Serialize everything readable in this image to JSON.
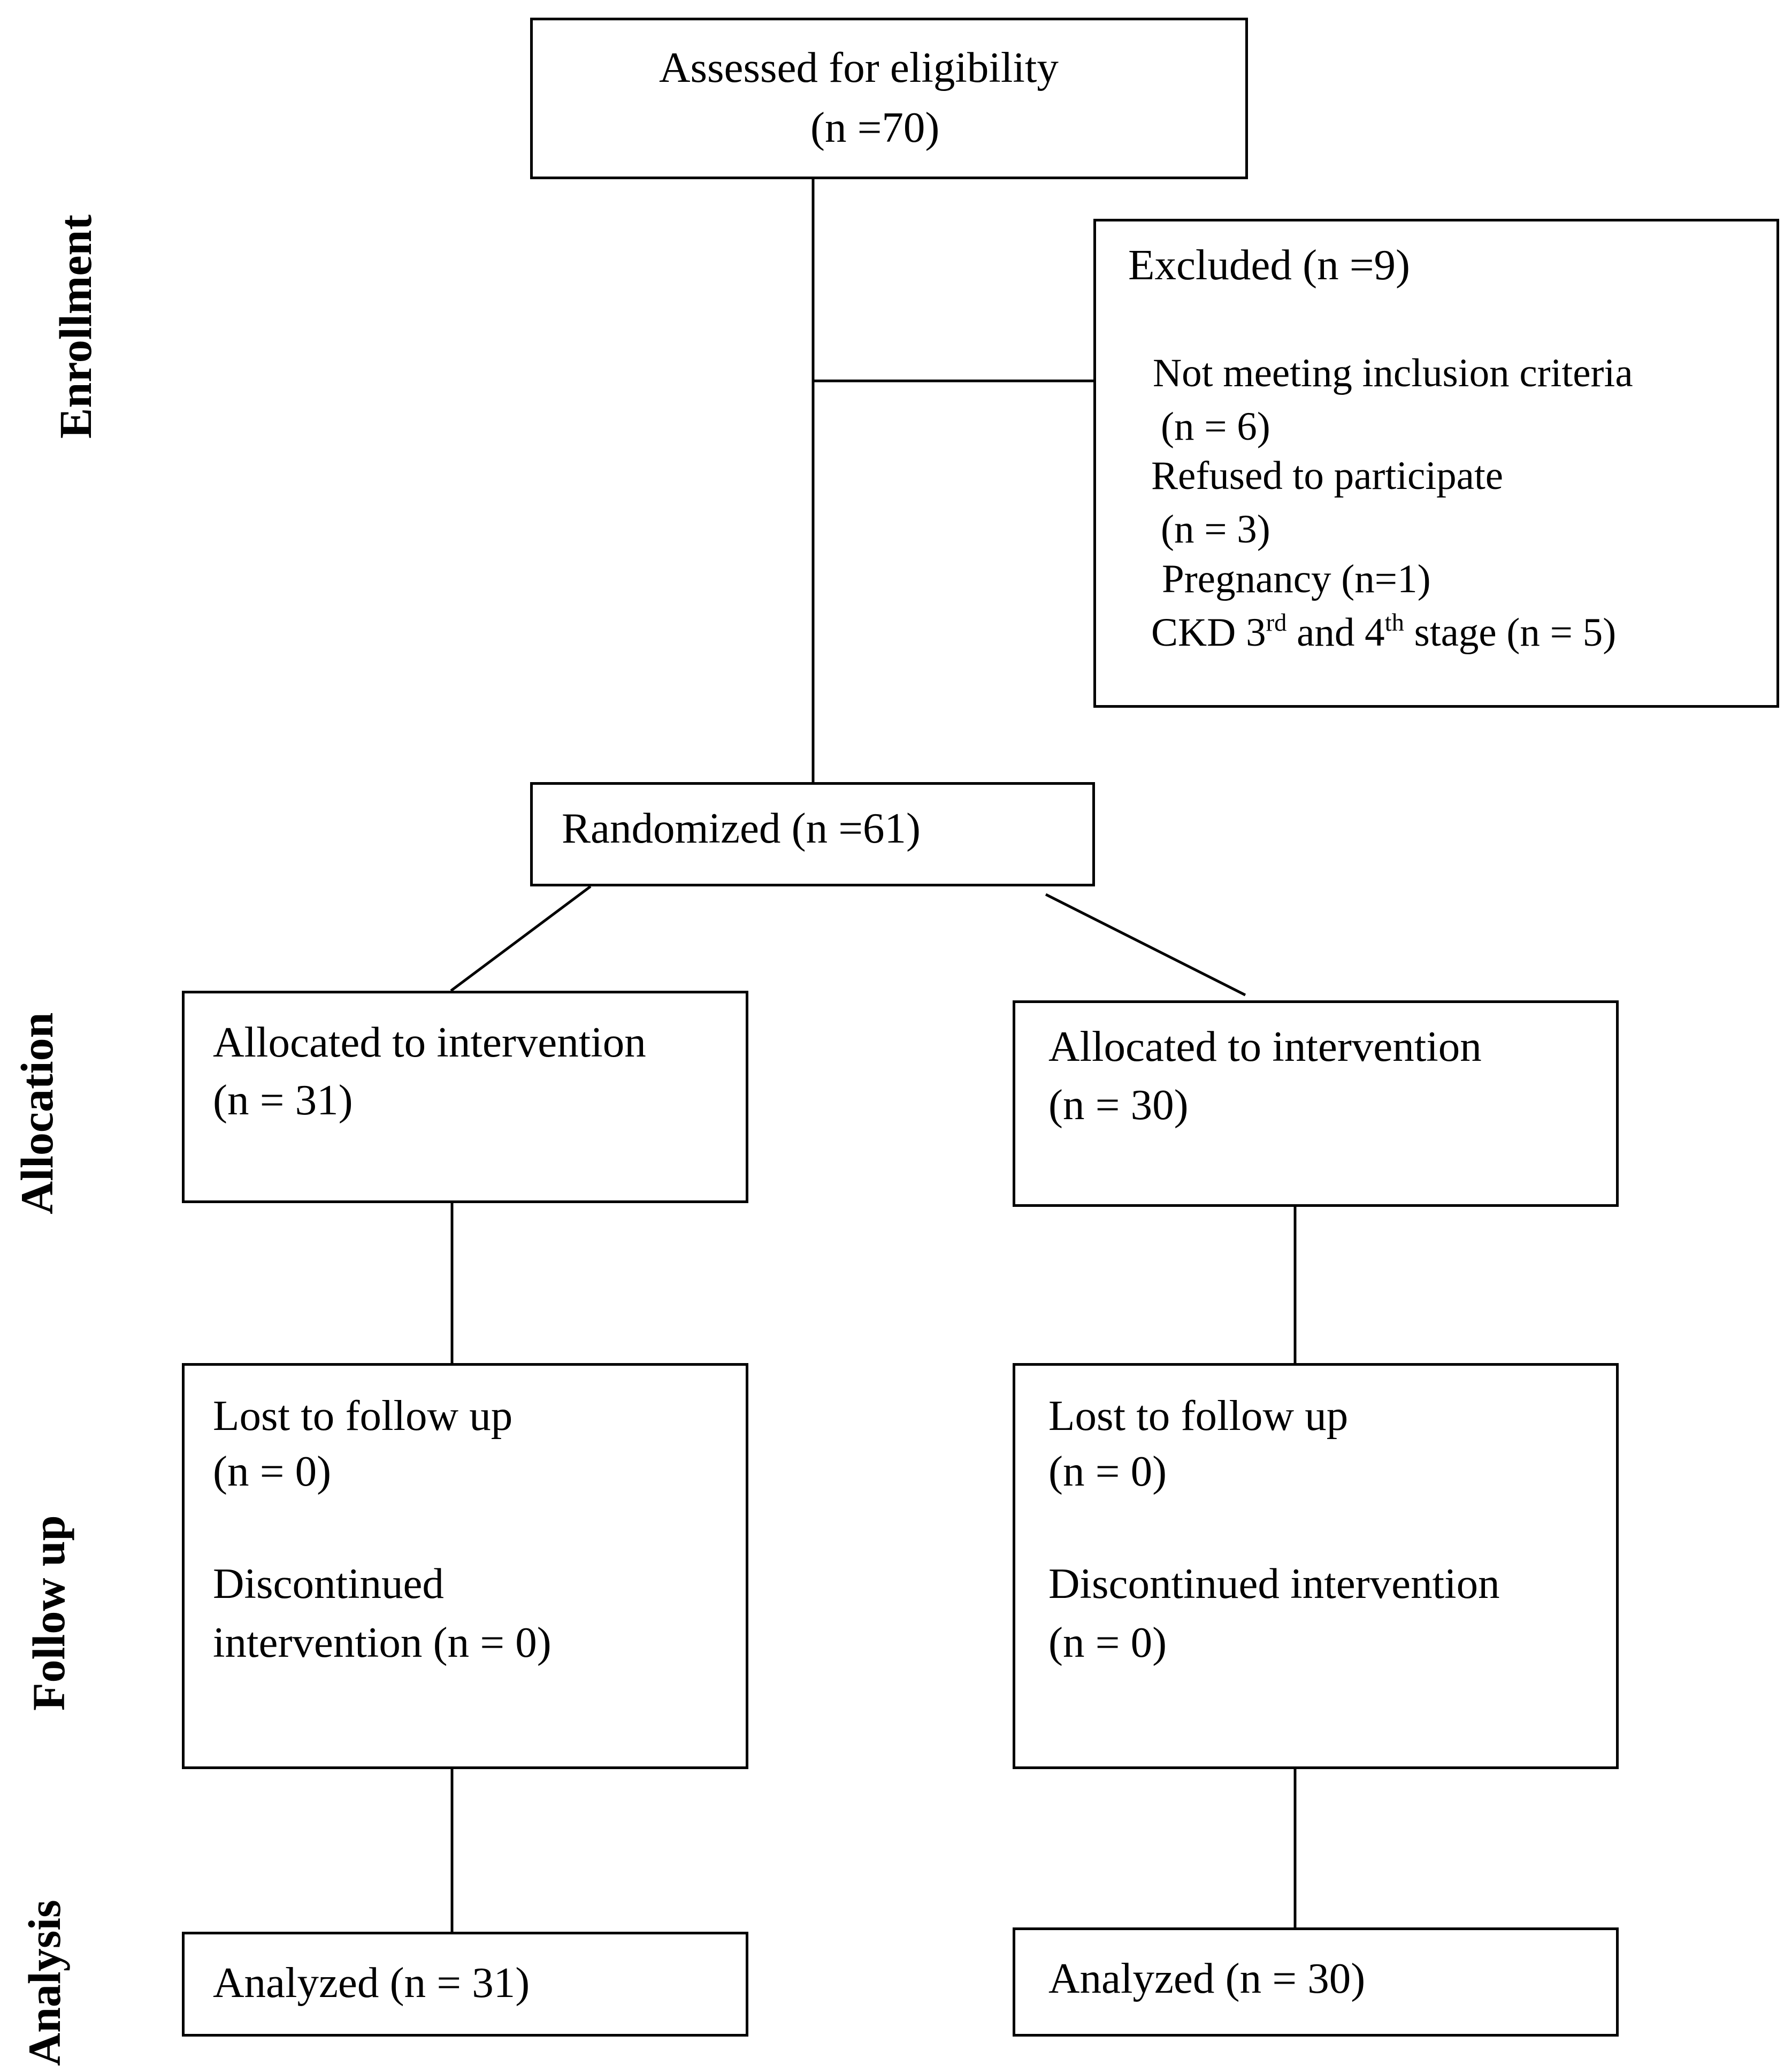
{
  "phases": {
    "enrollment": "Enrollment",
    "allocation": "Allocation",
    "follow_up": "Follow up",
    "analysis": "Analysis"
  },
  "assessed": {
    "line1": "Assessed for eligibility",
    "line2": "(n =70)"
  },
  "excluded": {
    "title": "Excluded (n =9)",
    "reasons": {
      "inclusion": "Not meeting inclusion criteria",
      "inclusion_n": "(n = 6)",
      "refused": "Refused to participate",
      "refused_n": "(n = 3)",
      "pregnancy": "Pregnancy (n=1)",
      "ckd_prefix": "CKD 3",
      "ckd_sup1": "rd",
      "ckd_mid": " and 4",
      "ckd_sup2": "th",
      "ckd_suffix": " stage (n = 5)"
    }
  },
  "randomized": "Randomized (n =61)",
  "allocation_left": {
    "line1": "Allocated to intervention",
    "line2": "(n = 31)"
  },
  "allocation_right": {
    "line1": "Allocated to intervention",
    "line2": "(n = 30)"
  },
  "followup_left": {
    "lost": "Lost to follow up",
    "lost_n": "(n = 0)",
    "disc1": "Discontinued",
    "disc2": "intervention (n = 0)"
  },
  "followup_right": {
    "lost": "Lost to follow up",
    "lost_n": "(n = 0)",
    "disc1": "Discontinued intervention",
    "disc2": "(n = 0)"
  },
  "analysis_left": "Analyzed (n = 31)",
  "analysis_right": "Analyzed (n = 30)"
}
